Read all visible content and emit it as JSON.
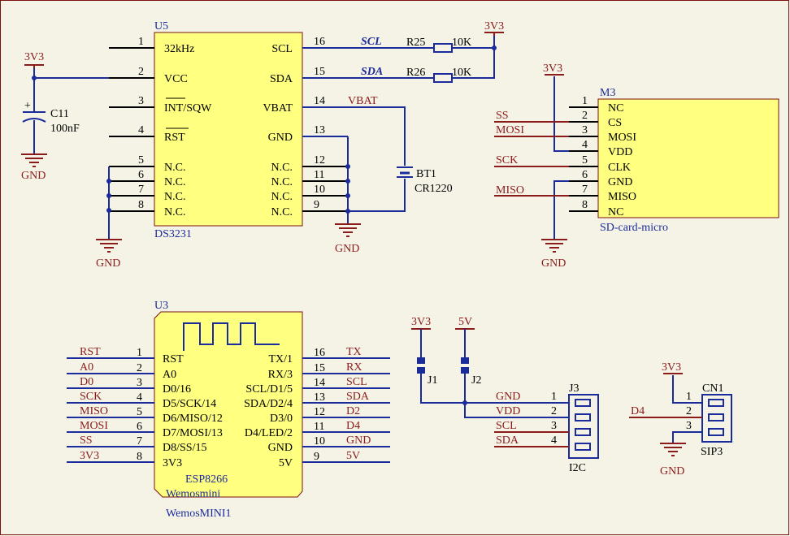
{
  "colors": {
    "background": "#f5f3e6",
    "chip_fill": "#ffff80",
    "wire": "#1a2b9c",
    "net": "#8b1a1a",
    "pin": "#000000",
    "border": "#7a1010"
  },
  "u5": {
    "ref": "U5",
    "part": "DS3231",
    "left_pins": [
      {
        "num": "1",
        "name": "32kHz"
      },
      {
        "num": "2",
        "name": "VCC"
      },
      {
        "num": "3",
        "name": "INT/SQW"
      },
      {
        "num": "4",
        "name": "RST"
      },
      {
        "num": "5",
        "name": "N.C."
      },
      {
        "num": "6",
        "name": "N.C."
      },
      {
        "num": "7",
        "name": "N.C."
      },
      {
        "num": "8",
        "name": "N.C."
      }
    ],
    "right_pins": [
      {
        "num": "16",
        "name": "SCL"
      },
      {
        "num": "15",
        "name": "SDA"
      },
      {
        "num": "14",
        "name": "VBAT"
      },
      {
        "num": "13",
        "name": "GND"
      },
      {
        "num": "12",
        "name": "N.C."
      },
      {
        "num": "11",
        "name": "N.C."
      },
      {
        "num": "10",
        "name": "N.C."
      },
      {
        "num": "9",
        "name": "N.C."
      }
    ]
  },
  "rtc_nets": {
    "scl": "SCL",
    "sda": "SDA",
    "vbat": "VBAT",
    "3v3_top": "3V3",
    "3v3_left": "3V3",
    "r25": "R25",
    "r25_val": "10K",
    "r26": "R26",
    "r26_val": "10K",
    "c11": "C11",
    "c11_val": "100nF",
    "gnd_c11": "GND",
    "gnd_nc": "GND",
    "gnd_u5": "GND",
    "bt1": "BT1",
    "bt1_val": "CR1220"
  },
  "m3": {
    "ref": "M3",
    "part": "SD-card-micro",
    "pins": [
      {
        "num": "1",
        "name": "NC"
      },
      {
        "num": "2",
        "name": "CS"
      },
      {
        "num": "3",
        "name": "MOSI"
      },
      {
        "num": "4",
        "name": "VDD"
      },
      {
        "num": "5",
        "name": "CLK"
      },
      {
        "num": "6",
        "name": "GND"
      },
      {
        "num": "7",
        "name": "MISO"
      },
      {
        "num": "8",
        "name": "NC"
      }
    ],
    "nets": {
      "ss": "SS",
      "mosi": "MOSI",
      "sck": "SCK",
      "miso": "MISO",
      "v": "3V3",
      "gnd": "GND"
    }
  },
  "u3": {
    "ref": "U3",
    "title": "ESP8266",
    "subtitle": "Wemosmini",
    "footprint": "WemosMINI1",
    "left_pins": [
      {
        "num": "1",
        "name": "RST",
        "net": "RST"
      },
      {
        "num": "2",
        "name": "A0",
        "net": "A0"
      },
      {
        "num": "3",
        "name": "D0/16",
        "net": "D0"
      },
      {
        "num": "4",
        "name": "D5/SCK/14",
        "net": "SCK"
      },
      {
        "num": "5",
        "name": "D6/MISO/12",
        "net": "MISO"
      },
      {
        "num": "6",
        "name": "D7/MOSI/13",
        "net": "MOSI"
      },
      {
        "num": "7",
        "name": "D8/SS/15",
        "net": "SS"
      },
      {
        "num": "8",
        "name": "3V3",
        "net": "3V3"
      }
    ],
    "right_pins": [
      {
        "num": "16",
        "name": "TX/1",
        "net": "TX"
      },
      {
        "num": "15",
        "name": "RX/3",
        "net": "RX"
      },
      {
        "num": "14",
        "name": "SCL/D1/5",
        "net": "SCL"
      },
      {
        "num": "13",
        "name": "SDA/D2/4",
        "net": "SDA"
      },
      {
        "num": "12",
        "name": "D3/0",
        "net": "D2"
      },
      {
        "num": "11",
        "name": "D4/LED/2",
        "net": "D4"
      },
      {
        "num": "10",
        "name": "GND",
        "net": "GND"
      },
      {
        "num": "9",
        "name": "5V",
        "net": "5V"
      }
    ]
  },
  "jumpers": {
    "j1": "J1",
    "j2": "J2",
    "v3": "3V3",
    "v5": "5V"
  },
  "j3": {
    "ref": "J3",
    "part": "I2C",
    "pins": [
      {
        "num": "1",
        "net": "GND"
      },
      {
        "num": "2",
        "net": "VDD"
      },
      {
        "num": "3",
        "net": "SCL"
      },
      {
        "num": "4",
        "net": "SDA"
      }
    ]
  },
  "cn1": {
    "ref": "CN1",
    "part": "SIP3",
    "pins": [
      "1",
      "2",
      "3"
    ],
    "net_d4": "D4",
    "net_v": "3V3",
    "net_gnd": "GND"
  }
}
